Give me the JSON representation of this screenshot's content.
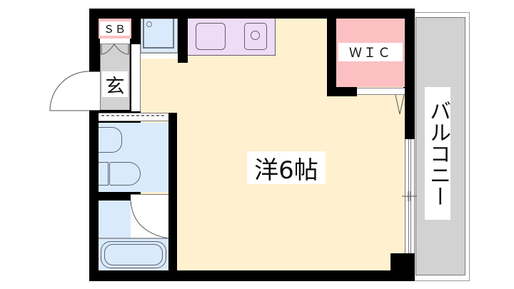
{
  "floorplan": {
    "rooms": {
      "storage": {
        "label": "ＳＢ"
      },
      "entrance": {
        "label": "玄"
      },
      "walk_in_closet": {
        "label": "ＷＩＣ"
      },
      "living": {
        "label": "洋6帖"
      },
      "balcony": {
        "label": "バルコニー"
      }
    },
    "colors": {
      "wall": "#000000",
      "living_floor": "#fff1cf",
      "kitchen": "#ecdcf5",
      "wet_area": "#daeafd",
      "closet": "#fcc0c2",
      "entrance": "#d2d2d2",
      "balcony": "#d2d2d2"
    }
  }
}
